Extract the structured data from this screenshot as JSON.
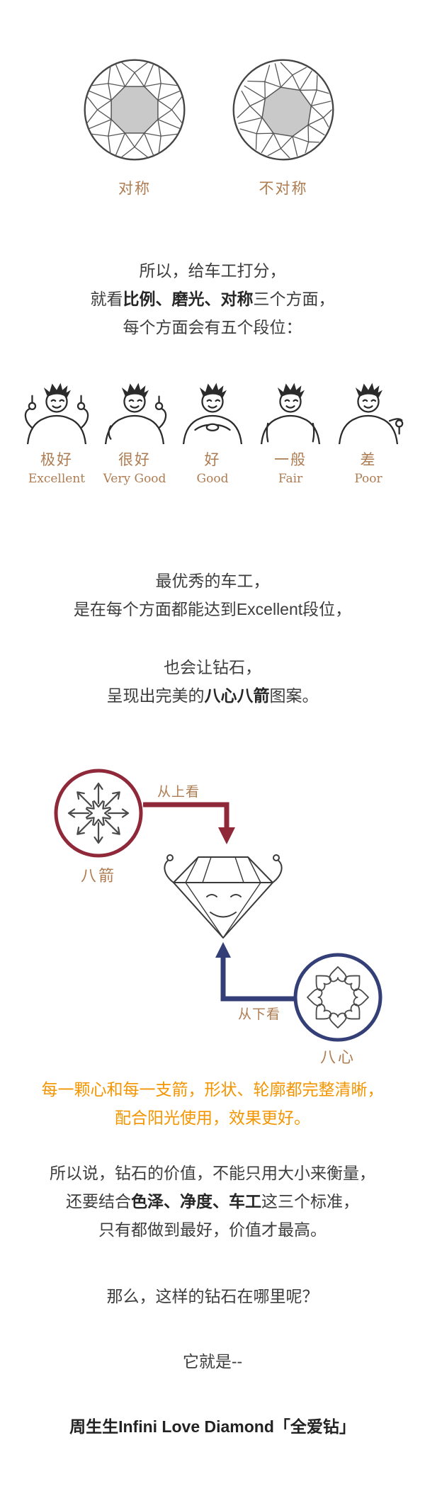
{
  "colors": {
    "accent_brown": "#ae7c52",
    "orange_text": "#f39500",
    "arrows_red": "#8f2838",
    "hearts_blue": "#333f76",
    "body_text": "#3d3d3d"
  },
  "icons": {
    "diamond_top_view": "round-brilliant-top-view",
    "grade_mascot": "cartoon-muscle-figure",
    "arrows_pattern": "eight-arrows",
    "hearts_pattern": "eight-hearts",
    "diamond_side": "diamond-side-view-cartoon"
  },
  "diamond_compare": {
    "left_label": "对称",
    "right_label": "不对称"
  },
  "intro": {
    "line1": "所以，给车工打分，",
    "line2_pre": "就看",
    "line2_bold": "比例、磨光、对称",
    "line2_post": "三个方面，",
    "line3": "每个方面会有五个段位："
  },
  "grades": [
    {
      "cn": "极好",
      "en": "Excellent"
    },
    {
      "cn": "很好",
      "en": "Very Good"
    },
    {
      "cn": "好",
      "en": "Good"
    },
    {
      "cn": "一般",
      "en": "Fair"
    },
    {
      "cn": "差",
      "en": "Poor"
    }
  ],
  "best_cut": {
    "line1": "最优秀的车工，",
    "line2": "是在每个方面都能达到Excellent段位，"
  },
  "also": {
    "line1": "也会让钻石，",
    "line2_pre": "呈现出完美的",
    "line2_bold": "八心八箭",
    "line2_post": "图案。"
  },
  "diagram": {
    "view_top": "从上看",
    "view_bottom": "从下看",
    "arrows_label": "八箭",
    "hearts_label": "八心"
  },
  "hearts_note": {
    "line1": "每一颗心和每一支箭，形状、轮廓都完整清晰，",
    "line2": "配合阳光使用，效果更好。"
  },
  "value": {
    "line1": "所以说，钻石的价值，不能只用大小来衡量，",
    "line2_pre": "还要结合",
    "line2_bold": "色泽、净度、车工",
    "line2_post": "这三个标准，",
    "line3": "只有都做到最好，价值才最高。"
  },
  "question": "那么，这样的钻石在哪里呢？",
  "answer_intro": "它就是--",
  "brand": "周生生Infini Love Diamond「全爱钻」"
}
